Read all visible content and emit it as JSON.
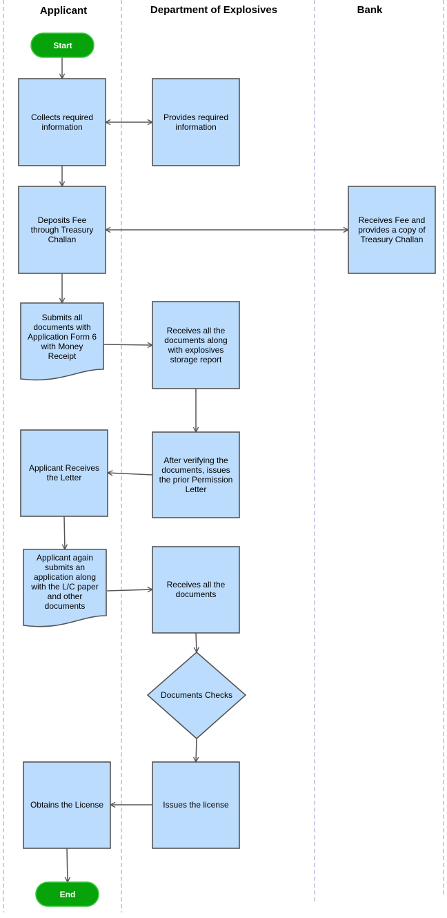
{
  "lanes": {
    "applicant": "Applicant",
    "department": "Department of Explosives",
    "bank": "Bank"
  },
  "nodes": {
    "start": "Start",
    "collects": [
      "Collects required",
      "information"
    ],
    "provides": [
      "Provides required",
      "information"
    ],
    "deposits": [
      "Deposits Fee",
      "through Treasury",
      "Challan"
    ],
    "receives_fee": [
      "Receives Fee and",
      "provides a copy of",
      "Treasury Challan"
    ],
    "submits": [
      "Submits all",
      "documents with",
      "Application Form 6",
      "with Money",
      "Receipt"
    ],
    "receives_docs": [
      "Receives all the",
      "documents along",
      "with explosives",
      "storage report"
    ],
    "verify": [
      "After verifying the",
      "documents, issues",
      "the prior Permission",
      "Letter"
    ],
    "receives_letter": [
      "Applicant Receives",
      "the Letter"
    ],
    "resubmit": [
      "Applicant again",
      "submits an",
      "application along",
      "with the L/C paper",
      "and other",
      "documents"
    ],
    "receives_all": [
      "Receives all the",
      "documents"
    ],
    "checks": [
      "Documents Checks"
    ],
    "issues": [
      "Issues the license"
    ],
    "obtains": [
      "Obtains the License"
    ],
    "end": "End"
  },
  "colors": {
    "process_fill": "#bcdcfd",
    "border": "#555555",
    "terminal_fill": "#07a30a",
    "lane_divider": "#9b9bc8"
  }
}
